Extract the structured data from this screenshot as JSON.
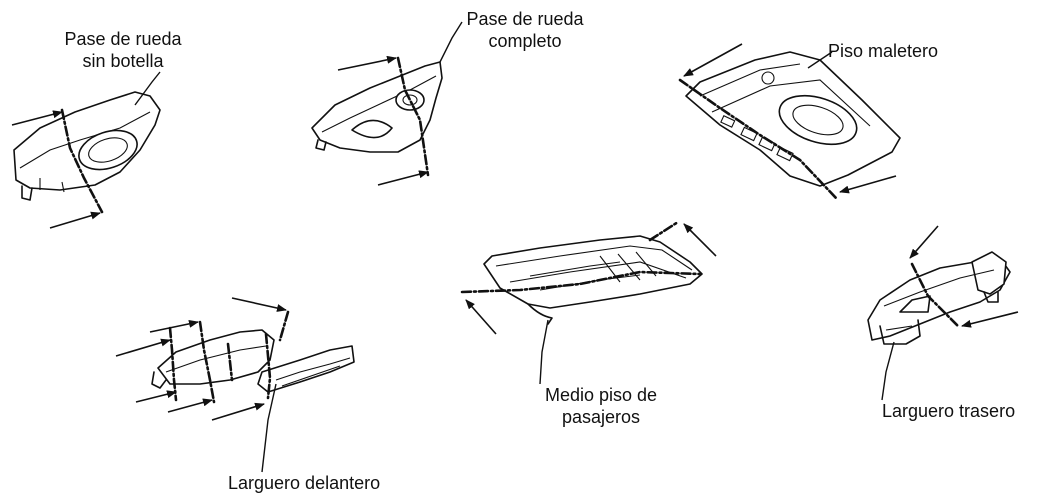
{
  "labels": {
    "pase_sin_botella": [
      "Pase de rueda",
      "sin botella"
    ],
    "pase_completo": [
      "Pase de rueda",
      "completo"
    ],
    "piso_maletero": "Piso maletero",
    "medio_piso": [
      "Medio piso de",
      "pasajeros"
    ],
    "larguero_trasero": "Larguero trasero",
    "larguero_delantero": "Larguero delantero"
  },
  "icons": [
    "cut-arrow-icon"
  ]
}
